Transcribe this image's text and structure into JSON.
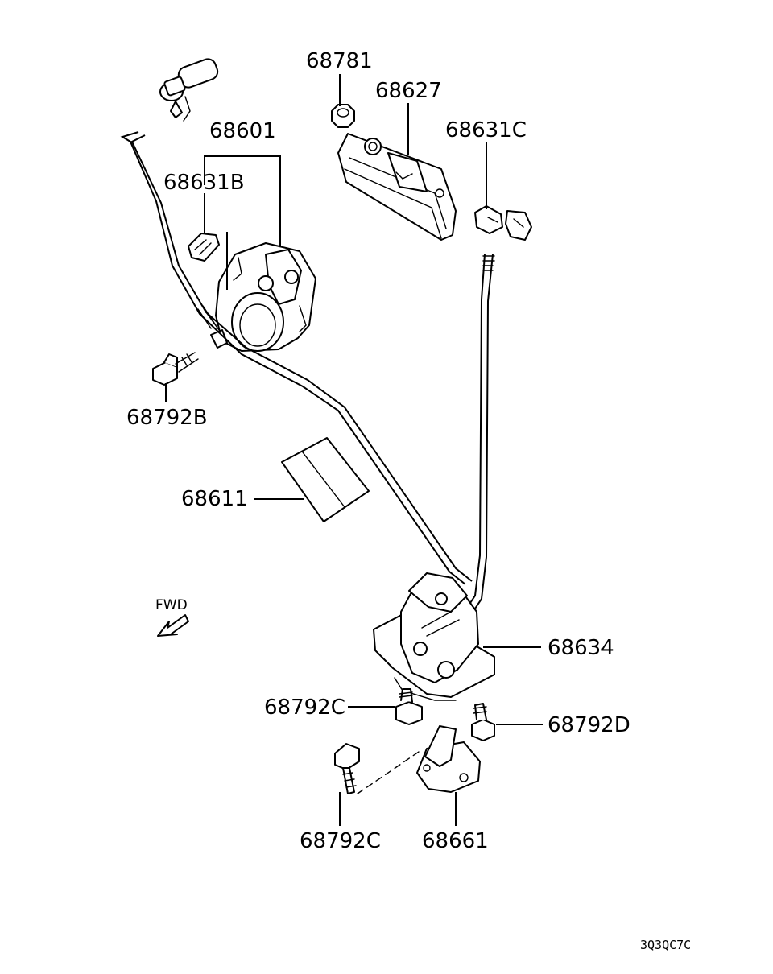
{
  "labels": {
    "p68781": "68781",
    "p68627": "68627",
    "p68601": "68601",
    "p68631C": "68631C",
    "p68631B": "68631B",
    "p68792B": "68792B",
    "p68611": "68611",
    "p68634": "68634",
    "p68792C_upper": "68792C",
    "p68792D": "68792D",
    "p68792C_lower": "68792C",
    "p68661": "68661"
  },
  "fwd_label": "FWD",
  "diagram_code": "3Q3QC7C"
}
